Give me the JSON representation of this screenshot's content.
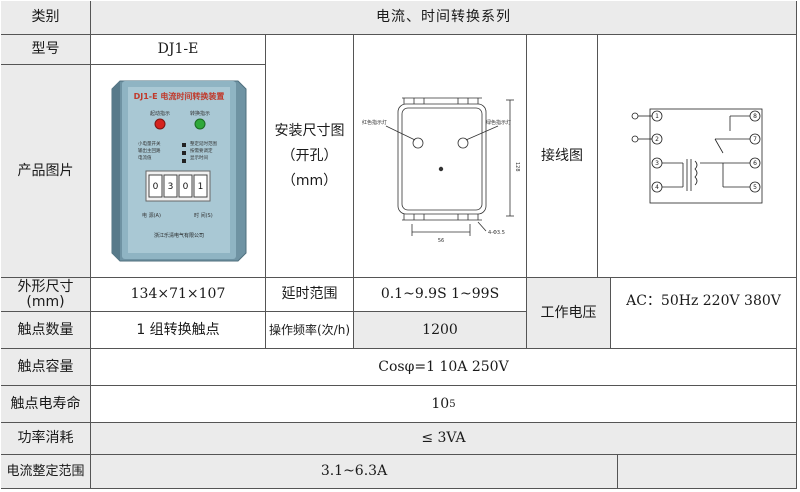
{
  "header": {
    "category_label": "类别",
    "series_title": "电流、时间转换系列"
  },
  "model": {
    "label": "型号",
    "value": "DJ1-E"
  },
  "photo": {
    "label": "产品图片",
    "device_title": "DJ1-E 电流时间转换装置",
    "indicator_left": "起动指示",
    "indicator_right": "转换指示",
    "panel_text_left": "小电量开关\n输出主回路\n电流值",
    "panel_text_right": "整定延时范围\n按需要调定\n显示时间",
    "digits": [
      "0",
      "3",
      "0",
      "1"
    ],
    "terminal_left": "电 源(A)",
    "terminal_right": "时 间(S)",
    "maker": "浙江乐清电气有限公司"
  },
  "mount": {
    "label_line1": "安装尺寸图",
    "label_line2": "（开孔）",
    "label_line3": "（mm）",
    "callout_red": "红色指示灯",
    "callout_green": "绿色指示灯",
    "dim_height": "128",
    "dim_width": "56",
    "dim_hole": "4-Φ3.5"
  },
  "wiring": {
    "label": "接线图",
    "terminals_left": [
      "1",
      "2",
      "3",
      "4"
    ],
    "terminals_right": [
      "8",
      "7",
      "6",
      "5"
    ]
  },
  "specs": {
    "dims_label_line1": "外形尺寸",
    "dims_label_line2": "(mm)",
    "dims_value": "134×71×107",
    "delay_label": "延时范围",
    "delay_value": "0.1~9.9S  1~99S",
    "voltage_label": "工作电压",
    "voltage_value": "AC：50Hz  220V  380V",
    "contacts_label": "触点数量",
    "contacts_value": "1 组转换触点",
    "freq_label": "操作频率(次/h)",
    "freq_value": "1200",
    "capacity_label": "触点容量",
    "capacity_value": "Cosφ=1   10A  250V",
    "life_label": "触点电寿命",
    "life_base": "10",
    "life_exp": "5",
    "power_label": "功率消耗",
    "power_value": "≤ 3VA",
    "range_label": "电流整定范围",
    "range_value": "3.1~6.3A"
  }
}
